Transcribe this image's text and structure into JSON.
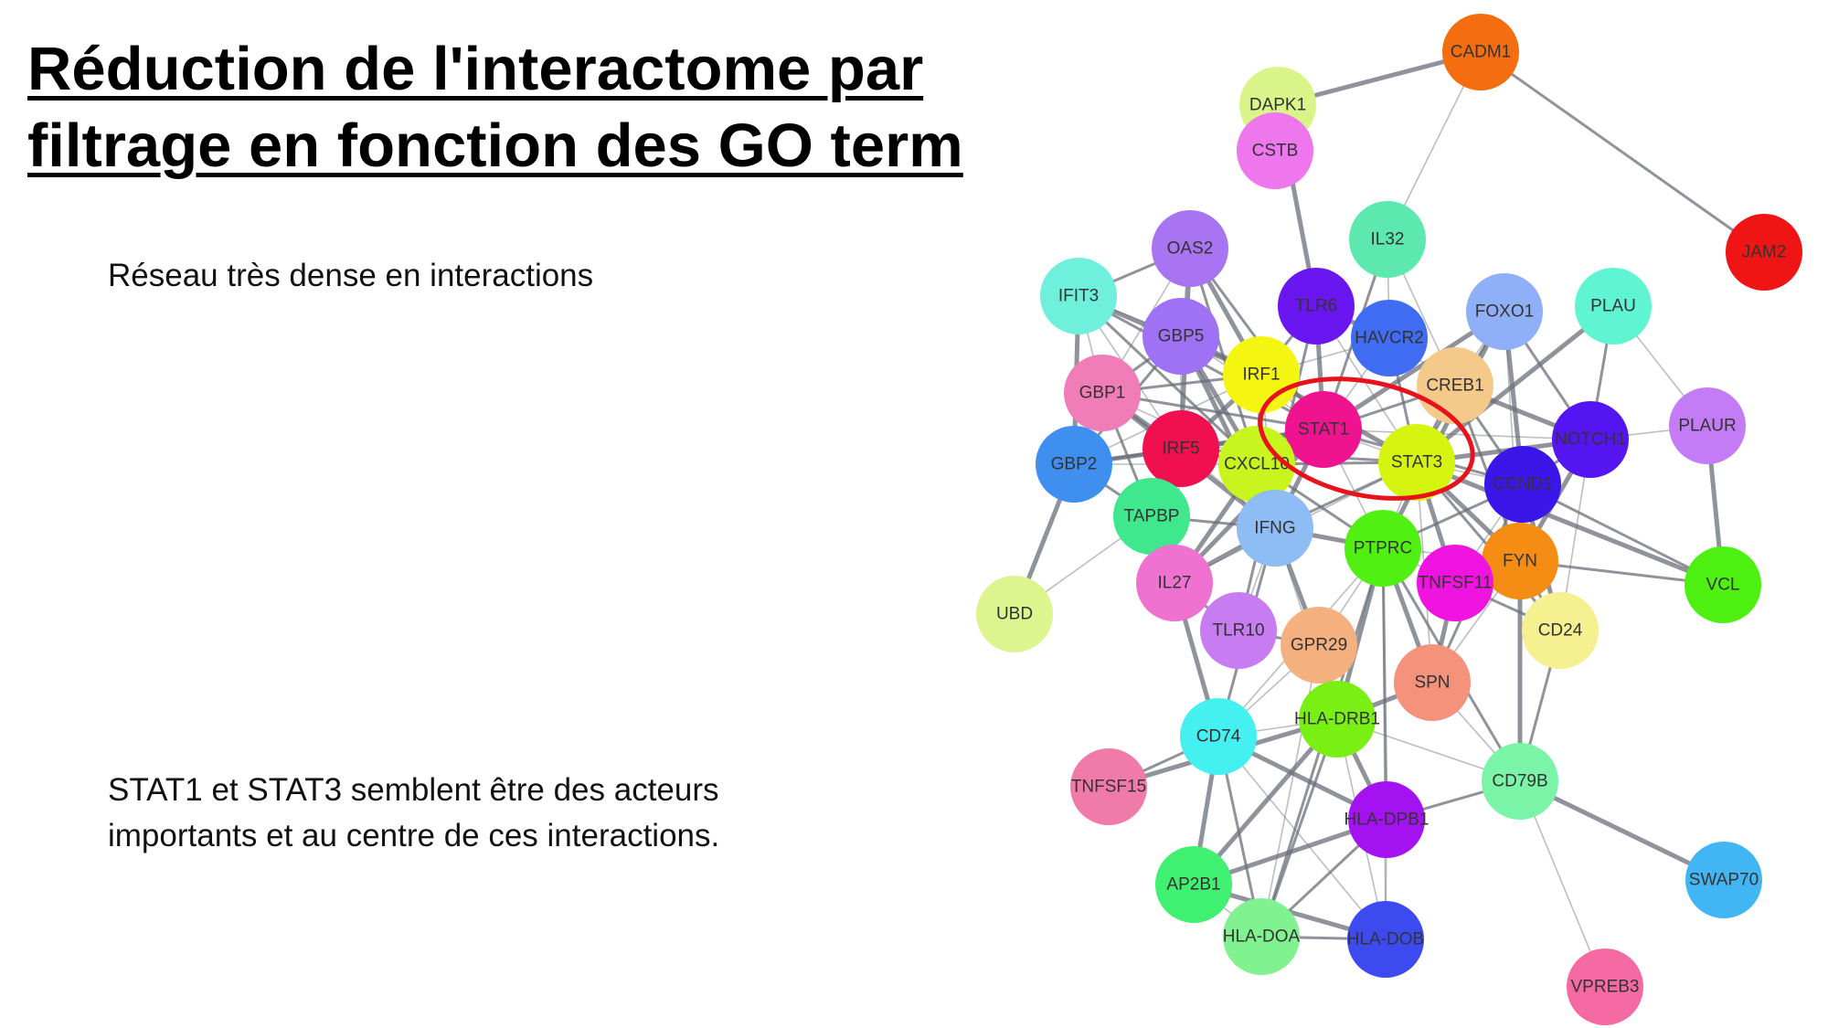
{
  "title": {
    "line1": "Réduction de l'interactome par",
    "line2": "filtrage en fonction des GO term"
  },
  "text": {
    "p1": "Réseau très dense en interactions",
    "p2_line1": "STAT1 et STAT3 semblent être des acteurs",
    "p2_line2": "importants et au centre de ces interactions."
  },
  "highlight": {
    "color": "#e8121c",
    "encircles": [
      "STAT1",
      "STAT3"
    ]
  },
  "edge_color": "#6b6f7a",
  "network": {
    "nodes": [
      {
        "id": "CADM1",
        "color": "#f46d0e"
      },
      {
        "id": "DAPK1",
        "color": "#d9f58a"
      },
      {
        "id": "CSTB",
        "color": "#ee77ee"
      },
      {
        "id": "JAM2",
        "color": "#f01515"
      },
      {
        "id": "IL32",
        "color": "#5de8b0"
      },
      {
        "id": "OAS2",
        "color": "#a874f2"
      },
      {
        "id": "IFIT3",
        "color": "#6ff0dc"
      },
      {
        "id": "TLR6",
        "color": "#6a16f0"
      },
      {
        "id": "FOXO1",
        "color": "#8fb0f8"
      },
      {
        "id": "PLAU",
        "color": "#5ff5d2"
      },
      {
        "id": "GBP5",
        "color": "#9f72f5"
      },
      {
        "id": "HAVCR2",
        "color": "#3f6cf2"
      },
      {
        "id": "IRF1",
        "color": "#f4f510"
      },
      {
        "id": "CREB1",
        "color": "#f4c98a"
      },
      {
        "id": "GBP1",
        "color": "#f07cb8"
      },
      {
        "id": "STAT1",
        "color": "#f0138f"
      },
      {
        "id": "NOTCH1",
        "color": "#5514f2"
      },
      {
        "id": "PLAUR",
        "color": "#c37cf5"
      },
      {
        "id": "GBP2",
        "color": "#3e8ff0"
      },
      {
        "id": "IRF5",
        "color": "#f0104f"
      },
      {
        "id": "CXCL10",
        "color": "#c8f51e"
      },
      {
        "id": "STAT3",
        "color": "#d5f510"
      },
      {
        "id": "CCND1",
        "color": "#3a16e8"
      },
      {
        "id": "TAPBP",
        "color": "#3fe88c"
      },
      {
        "id": "IFNG",
        "color": "#8ebcf4"
      },
      {
        "id": "PTPRC",
        "color": "#52f012"
      },
      {
        "id": "FYN",
        "color": "#f58d14"
      },
      {
        "id": "VCL",
        "color": "#4ef012"
      },
      {
        "id": "IL27",
        "color": "#f072d0"
      },
      {
        "id": "TNFSF11",
        "color": "#f014e0"
      },
      {
        "id": "UBD",
        "color": "#ddf58e"
      },
      {
        "id": "TLR10",
        "color": "#c77cf2"
      },
      {
        "id": "GPR29",
        "color": "#f5b080"
      },
      {
        "id": "CD24",
        "color": "#f5f090"
      },
      {
        "id": "SPN",
        "color": "#f5927c"
      },
      {
        "id": "HLA-DRB1",
        "color": "#7aef14"
      },
      {
        "id": "CD74",
        "color": "#45f0f0"
      },
      {
        "id": "TNFSF15",
        "color": "#f07aa8"
      },
      {
        "id": "CD79B",
        "color": "#7af5a8"
      },
      {
        "id": "HLA-DPB1",
        "color": "#a412f2"
      },
      {
        "id": "AP2B1",
        "color": "#40f070"
      },
      {
        "id": "SWAP70",
        "color": "#42b6f5"
      },
      {
        "id": "HLA-DOA",
        "color": "#80f290"
      },
      {
        "id": "HLA-DOB",
        "color": "#3d4af0"
      },
      {
        "id": "VPREB3",
        "color": "#f56aa2"
      }
    ],
    "edges": [
      [
        "CADM1",
        "DAPK1"
      ],
      [
        "CADM1",
        "JAM2"
      ],
      [
        "CADM1",
        "IL32"
      ],
      [
        "DAPK1",
        "TLR6"
      ],
      [
        "OAS2",
        "IFIT3"
      ],
      [
        "OAS2",
        "GBP5"
      ],
      [
        "OAS2",
        "IRF1"
      ],
      [
        "OAS2",
        "STAT1"
      ],
      [
        "OAS2",
        "GBP1"
      ],
      [
        "OAS2",
        "IRF5"
      ],
      [
        "OAS2",
        "CXCL10"
      ],
      [
        "IFIT3",
        "GBP5"
      ],
      [
        "IFIT3",
        "IRF1"
      ],
      [
        "IFIT3",
        "STAT1"
      ],
      [
        "IFIT3",
        "GBP1"
      ],
      [
        "IFIT3",
        "GBP2"
      ],
      [
        "IFIT3",
        "CXCL10"
      ],
      [
        "IFIT3",
        "IRF5"
      ],
      [
        "GBP5",
        "IRF1"
      ],
      [
        "GBP5",
        "GBP1"
      ],
      [
        "GBP5",
        "STAT1"
      ],
      [
        "GBP5",
        "CXCL10"
      ],
      [
        "GBP5",
        "GBP2"
      ],
      [
        "GBP5",
        "IRF5"
      ],
      [
        "GBP5",
        "IFNG"
      ],
      [
        "GBP1",
        "IRF1"
      ],
      [
        "GBP1",
        "GBP2"
      ],
      [
        "GBP1",
        "IRF5"
      ],
      [
        "GBP1",
        "STAT1"
      ],
      [
        "GBP1",
        "CXCL10"
      ],
      [
        "GBP1",
        "IFNG"
      ],
      [
        "GBP1",
        "TAPBP"
      ],
      [
        "GBP2",
        "IRF1"
      ],
      [
        "GBP2",
        "STAT1"
      ],
      [
        "GBP2",
        "IRF5"
      ],
      [
        "GBP2",
        "CXCL10"
      ],
      [
        "GBP2",
        "UBD"
      ],
      [
        "GBP2",
        "TAPBP"
      ],
      [
        "IRF1",
        "STAT1"
      ],
      [
        "IRF1",
        "STAT3"
      ],
      [
        "IRF1",
        "CXCL10"
      ],
      [
        "IRF1",
        "IFNG"
      ],
      [
        "IRF1",
        "IRF5"
      ],
      [
        "IRF1",
        "TLR6"
      ],
      [
        "IRF1",
        "HAVCR2"
      ],
      [
        "IRF5",
        "STAT1"
      ],
      [
        "IRF5",
        "CXCL10"
      ],
      [
        "IRF5",
        "IFNG"
      ],
      [
        "IRF5",
        "TAPBP"
      ],
      [
        "IRF5",
        "STAT3"
      ],
      [
        "IRF5",
        "IL27"
      ],
      [
        "CXCL10",
        "STAT1"
      ],
      [
        "CXCL10",
        "STAT3"
      ],
      [
        "CXCL10",
        "IFNG"
      ],
      [
        "CXCL10",
        "IL27"
      ],
      [
        "CXCL10",
        "PTPRC"
      ],
      [
        "STAT1",
        "STAT3"
      ],
      [
        "STAT1",
        "IFNG"
      ],
      [
        "STAT1",
        "CREB1"
      ],
      [
        "STAT1",
        "HAVCR2"
      ],
      [
        "STAT1",
        "TLR6"
      ],
      [
        "STAT1",
        "CCND1"
      ],
      [
        "STAT1",
        "PTPRC"
      ],
      [
        "STAT1",
        "IL27"
      ],
      [
        "STAT1",
        "IL32"
      ],
      [
        "STAT1",
        "NOTCH1"
      ],
      [
        "STAT1",
        "FOXO1"
      ],
      [
        "STAT3",
        "CREB1"
      ],
      [
        "STAT3",
        "CCND1"
      ],
      [
        "STAT3",
        "NOTCH1"
      ],
      [
        "STAT3",
        "FOXO1"
      ],
      [
        "STAT3",
        "PTPRC"
      ],
      [
        "STAT3",
        "FYN"
      ],
      [
        "STAT3",
        "IFNG"
      ],
      [
        "STAT3",
        "IL27"
      ],
      [
        "STAT3",
        "TNFSF11"
      ],
      [
        "STAT3",
        "HAVCR2"
      ],
      [
        "STAT3",
        "TLR6"
      ],
      [
        "STAT3",
        "PLAU"
      ],
      [
        "STAT3",
        "CD24"
      ],
      [
        "STAT3",
        "SPN"
      ],
      [
        "STAT3",
        "VCL"
      ],
      [
        "CREB1",
        "CCND1"
      ],
      [
        "CREB1",
        "FOXO1"
      ],
      [
        "CREB1",
        "NOTCH1"
      ],
      [
        "CREB1",
        "FYN"
      ],
      [
        "CREB1",
        "IL32"
      ],
      [
        "FOXO1",
        "CCND1"
      ],
      [
        "FOXO1",
        "NOTCH1"
      ],
      [
        "FOXO1",
        "FYN"
      ],
      [
        "FOXO1",
        "PTPRC"
      ],
      [
        "NOTCH1",
        "CCND1"
      ],
      [
        "NOTCH1",
        "PLAUR"
      ],
      [
        "NOTCH1",
        "FYN"
      ],
      [
        "NOTCH1",
        "PLAU"
      ],
      [
        "NOTCH1",
        "CD24"
      ],
      [
        "CCND1",
        "FYN"
      ],
      [
        "CCND1",
        "PTPRC"
      ],
      [
        "CCND1",
        "TNFSF11"
      ],
      [
        "CCND1",
        "CD24"
      ],
      [
        "CCND1",
        "SPN"
      ],
      [
        "PLAU",
        "PLAUR"
      ],
      [
        "PLAUR",
        "VCL"
      ],
      [
        "FYN",
        "VCL"
      ],
      [
        "FYN",
        "PTPRC"
      ],
      [
        "FYN",
        "TNFSF11"
      ],
      [
        "FYN",
        "CD24"
      ],
      [
        "FYN",
        "SPN"
      ],
      [
        "FYN",
        "CD79B"
      ],
      [
        "CCND1",
        "VCL"
      ],
      [
        "PTPRC",
        "TNFSF11"
      ],
      [
        "PTPRC",
        "HLA-DRB1"
      ],
      [
        "PTPRC",
        "HLA-DPB1"
      ],
      [
        "PTPRC",
        "CD74"
      ],
      [
        "PTPRC",
        "SPN"
      ],
      [
        "PTPRC",
        "CD79B"
      ],
      [
        "PTPRC",
        "GPR29"
      ],
      [
        "PTPRC",
        "IFNG"
      ],
      [
        "PTPRC",
        "HLA-DOA"
      ],
      [
        "PTPRC",
        "HLA-DOB"
      ],
      [
        "IFNG",
        "IL27"
      ],
      [
        "IFNG",
        "TAPBP"
      ],
      [
        "IFNG",
        "TLR10"
      ],
      [
        "IFNG",
        "GPR29"
      ],
      [
        "IFNG",
        "CD74"
      ],
      [
        "IFNG",
        "HLA-DRB1"
      ],
      [
        "TLR6",
        "HAVCR2"
      ],
      [
        "TLR6",
        "TLR10"
      ],
      [
        "HAVCR2",
        "CREB1"
      ],
      [
        "IL27",
        "TAPBP"
      ],
      [
        "IL27",
        "TLR10"
      ],
      [
        "TAPBP",
        "UBD"
      ],
      [
        "TNFSF11",
        "SPN"
      ],
      [
        "TNFSF11",
        "CD24"
      ],
      [
        "SPN",
        "CD79B"
      ],
      [
        "SPN",
        "HLA-DRB1"
      ],
      [
        "CD24",
        "CD79B"
      ],
      [
        "CD79B",
        "VPREB3"
      ],
      [
        "CD79B",
        "SWAP70"
      ],
      [
        "CD79B",
        "HLA-DPB1"
      ],
      [
        "HLA-DRB1",
        "CD74"
      ],
      [
        "HLA-DRB1",
        "HLA-DPB1"
      ],
      [
        "HLA-DRB1",
        "HLA-DOA"
      ],
      [
        "HLA-DRB1",
        "HLA-DOB"
      ],
      [
        "HLA-DRB1",
        "AP2B1"
      ],
      [
        "HLA-DRB1",
        "GPR29"
      ],
      [
        "HLA-DRB1",
        "CD79B"
      ],
      [
        "CD74",
        "HLA-DPB1"
      ],
      [
        "CD74",
        "HLA-DOA"
      ],
      [
        "CD74",
        "HLA-DOB"
      ],
      [
        "CD74",
        "AP2B1"
      ],
      [
        "CD74",
        "TNFSF15"
      ],
      [
        "CD74",
        "GPR29"
      ],
      [
        "CD74",
        "IL27"
      ],
      [
        "HLA-DPB1",
        "HLA-DOA"
      ],
      [
        "HLA-DPB1",
        "HLA-DOB"
      ],
      [
        "HLA-DPB1",
        "AP2B1"
      ],
      [
        "HLA-DOA",
        "HLA-DOB"
      ],
      [
        "HLA-DOA",
        "AP2B1"
      ],
      [
        "AP2B1",
        "HLA-DOB"
      ],
      [
        "GPR29",
        "TLR10"
      ],
      [
        "GPR29",
        "HLA-DOA"
      ],
      [
        "TNFSF15",
        "HLA-DRB1"
      ],
      [
        "CSTB",
        "DAPK1"
      ],
      [
        "IL32",
        "HAVCR2"
      ]
    ]
  }
}
